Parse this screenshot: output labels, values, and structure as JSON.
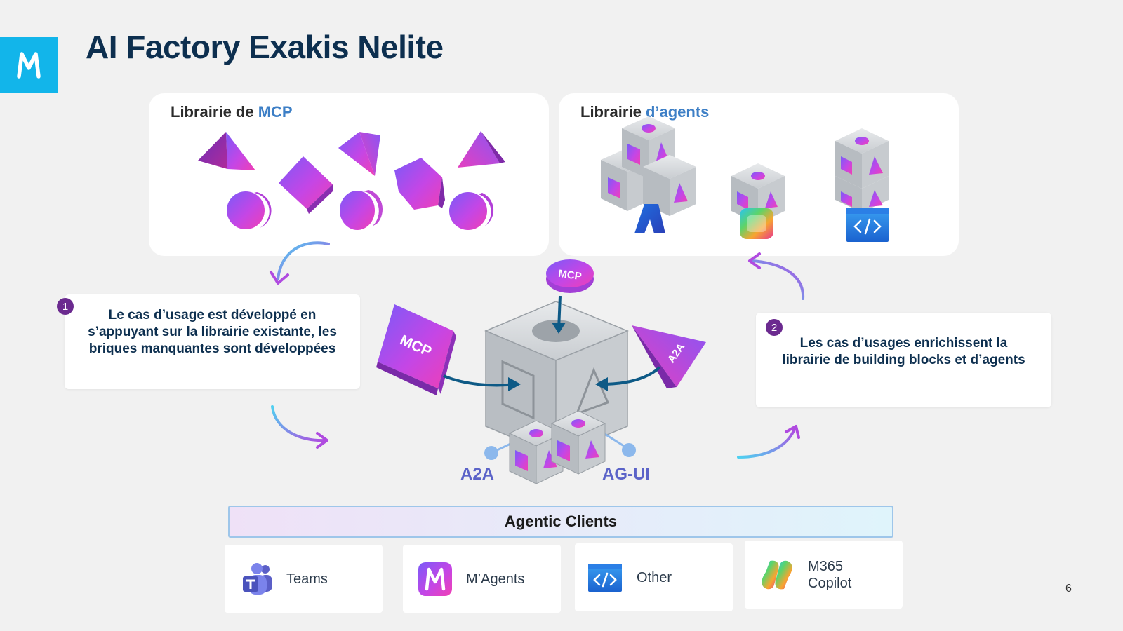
{
  "header": {
    "title": "AI Factory Exakis Nelite",
    "logo_alt": "logo-m"
  },
  "mcp_library": {
    "title_prefix": "Librairie de",
    "title_accent": "MCP"
  },
  "agent_library": {
    "title_prefix": "Librairie",
    "title_accent": "d’agents"
  },
  "step1": {
    "badge": "1",
    "text": "Le cas d’usage est développé en s’appuyant sur la librairie existante, les briques manquantes sont développées"
  },
  "step2": {
    "badge": "2",
    "text": "Les cas d’usages enrichissent la librairie de building blocks et d’agents"
  },
  "center": {
    "mcp_coin_label": "MCP",
    "mcp_block_label": "MCP",
    "a2a_pyramid_label": "A2A",
    "protocol_left": "A2A",
    "protocol_right": "AG-UI"
  },
  "clients": {
    "bar_label": "Agentic Clients",
    "items": [
      {
        "label": "Teams",
        "icon": "teams-icon"
      },
      {
        "label": "M’Agents",
        "icon": "magents-icon"
      },
      {
        "label": "Other",
        "icon": "code-icon"
      },
      {
        "label": "M365 Copilot",
        "icon": "copilot-icon"
      }
    ]
  },
  "footer": {
    "page_number": "6"
  },
  "colors": {
    "brand_cyan": "#12b5ea",
    "title_navy": "#0d2f4f",
    "accent_blue": "#3d7fc6",
    "gradient_purple": "#9b4ff0",
    "gradient_magenta": "#e23fc8",
    "badge_purple": "#6b2a8f"
  }
}
